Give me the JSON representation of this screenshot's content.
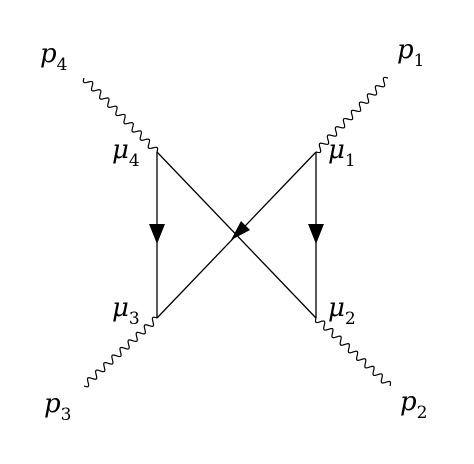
{
  "diagram": {
    "external_labels": [
      {
        "id": "p4",
        "base": "p",
        "sub": "4"
      },
      {
        "id": "p1",
        "base": "p",
        "sub": "1"
      },
      {
        "id": "p3",
        "base": "p",
        "sub": "3"
      },
      {
        "id": "p2",
        "base": "p",
        "sub": "2"
      }
    ],
    "vertex_labels": [
      {
        "id": "mu4",
        "base": "μ",
        "sub": "4"
      },
      {
        "id": "mu1",
        "base": "μ",
        "sub": "1"
      },
      {
        "id": "mu3",
        "base": "μ",
        "sub": "3"
      },
      {
        "id": "mu2",
        "base": "μ",
        "sub": "2"
      }
    ]
  }
}
